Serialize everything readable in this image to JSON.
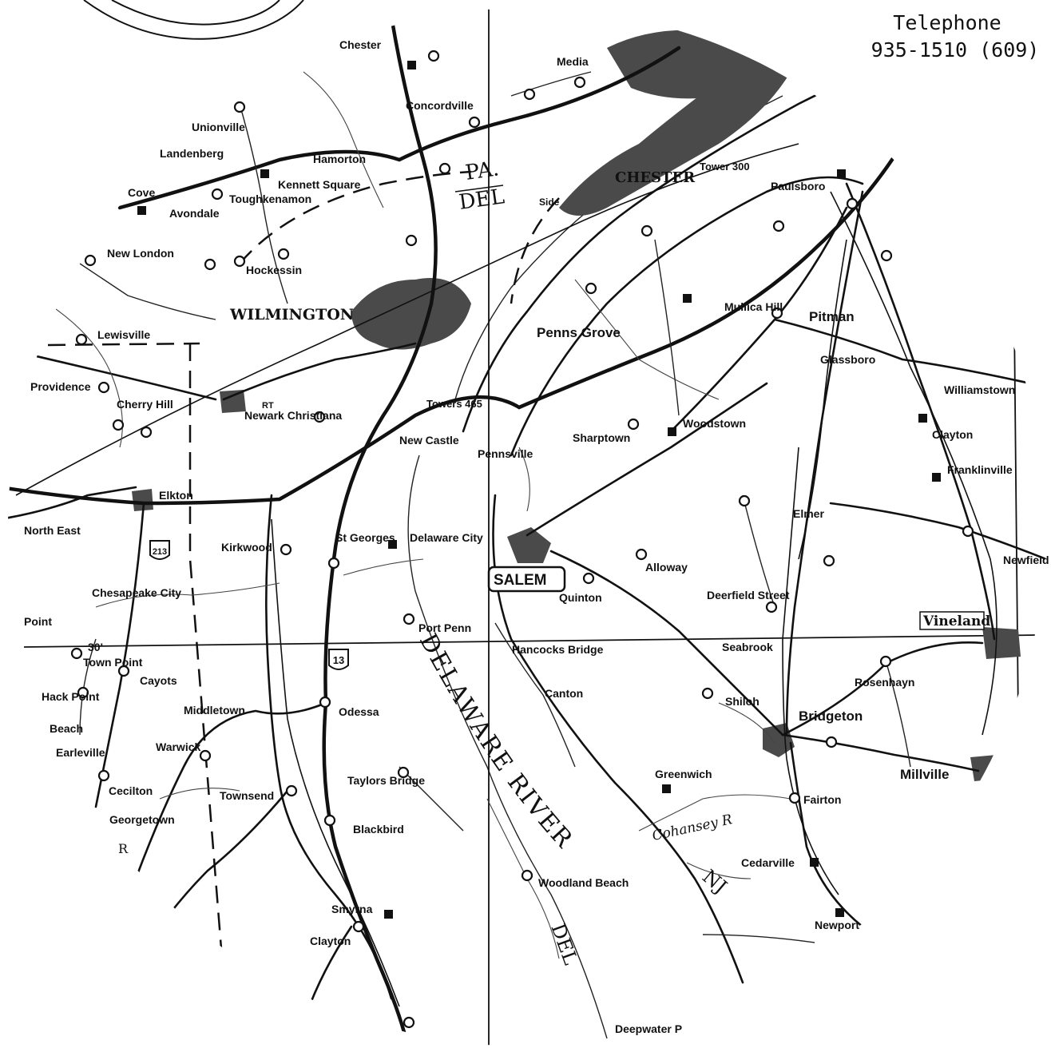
{
  "telephone": {
    "label": "Telephone",
    "number": "935-1510 (609)"
  },
  "map": {
    "places": [
      {
        "id": "chester-top",
        "name": "Chester"
      },
      {
        "id": "concordville",
        "name": "Concordville"
      },
      {
        "id": "media",
        "name": "Media"
      },
      {
        "id": "unionville",
        "name": "Unionville"
      },
      {
        "id": "landenberg",
        "name": "Landenberg"
      },
      {
        "id": "hamorton",
        "name": "Hamorton"
      },
      {
        "id": "kennett-square",
        "name": "Kennett Square"
      },
      {
        "id": "toughkenamon",
        "name": "Toughkenamon"
      },
      {
        "id": "avondale",
        "name": "Avondale"
      },
      {
        "id": "cove",
        "name": "Cove"
      },
      {
        "id": "new-london",
        "name": "New London"
      },
      {
        "id": "hockessin",
        "name": "Hockessin"
      },
      {
        "id": "wilmington",
        "name": "WILMINGTON"
      },
      {
        "id": "chester",
        "name": "CHESTER"
      },
      {
        "id": "paulsboro",
        "name": "Paulsboro"
      },
      {
        "id": "penns-grove",
        "name": "Penns Grove"
      },
      {
        "id": "mullica-hill",
        "name": "Mullica Hill"
      },
      {
        "id": "pitman",
        "name": "Pitman"
      },
      {
        "id": "glassboro",
        "name": "Glassboro"
      },
      {
        "id": "williamstown",
        "name": "Williamstown"
      },
      {
        "id": "lewisville",
        "name": "Lewisville"
      },
      {
        "id": "providence",
        "name": "Providence"
      },
      {
        "id": "cherry-hill",
        "name": "Cherry Hill"
      },
      {
        "id": "newark",
        "name": "Newark Christiana"
      },
      {
        "id": "new-castle",
        "name": "New Castle"
      },
      {
        "id": "pennsville",
        "name": "Pennsville"
      },
      {
        "id": "sharptown",
        "name": "Sharptown"
      },
      {
        "id": "woodstown",
        "name": "Woodstown"
      },
      {
        "id": "clayton-nj",
        "name": "Clayton"
      },
      {
        "id": "franklinville",
        "name": "Franklinville"
      },
      {
        "id": "elkton",
        "name": "Elkton"
      },
      {
        "id": "north-east",
        "name": "North East"
      },
      {
        "id": "kirkwood",
        "name": "Kirkwood"
      },
      {
        "id": "st-georges",
        "name": "St Georges"
      },
      {
        "id": "delaware-city",
        "name": "Delaware City"
      },
      {
        "id": "salem",
        "name": "SALEM"
      },
      {
        "id": "alloway",
        "name": "Alloway"
      },
      {
        "id": "elmer",
        "name": "Elmer"
      },
      {
        "id": "newfield",
        "name": "Newfield"
      },
      {
        "id": "quinton",
        "name": "Quinton"
      },
      {
        "id": "deerfield",
        "name": "Deerfield Street"
      },
      {
        "id": "chesapeake-city",
        "name": "Chesapeake City"
      },
      {
        "id": "port-penn",
        "name": "Port Penn"
      },
      {
        "id": "vineland",
        "name": "Vineland"
      },
      {
        "id": "seabrook",
        "name": "Seabrook"
      },
      {
        "id": "pond-point",
        "name": "Point"
      },
      {
        "id": "town-point",
        "name": "Town Point"
      },
      {
        "id": "hancocks-bridge",
        "name": "Hancocks Bridge"
      },
      {
        "id": "cayots",
        "name": "Cayots"
      },
      {
        "id": "rosenhayn",
        "name": "Rosenhayn"
      },
      {
        "id": "hack-point",
        "name": "Hack Point"
      },
      {
        "id": "canton",
        "name": "Canton"
      },
      {
        "id": "shiloh",
        "name": "Shiloh"
      },
      {
        "id": "middletown",
        "name": "Middletown"
      },
      {
        "id": "odessa",
        "name": "Odessa"
      },
      {
        "id": "bridgeton",
        "name": "Bridgeton"
      },
      {
        "id": "beach",
        "name": "Beach"
      },
      {
        "id": "warwick",
        "name": "Warwick"
      },
      {
        "id": "earleville",
        "name": "Earleville"
      },
      {
        "id": "millville",
        "name": "Millville"
      },
      {
        "id": "taylors-bridge",
        "name": "Taylors Bridge"
      },
      {
        "id": "greenwich",
        "name": "Greenwich"
      },
      {
        "id": "cecilton",
        "name": "Cecilton"
      },
      {
        "id": "townsend",
        "name": "Townsend"
      },
      {
        "id": "fairton",
        "name": "Fairton"
      },
      {
        "id": "georgetown",
        "name": "Georgetown"
      },
      {
        "id": "blackbird",
        "name": "Blackbird"
      },
      {
        "id": "cedarville",
        "name": "Cedarville"
      },
      {
        "id": "woodland-beach",
        "name": "Woodland Beach"
      },
      {
        "id": "smyrna",
        "name": "Smyrna"
      },
      {
        "id": "newport",
        "name": "Newport"
      },
      {
        "id": "clayton-de",
        "name": "Clayton"
      },
      {
        "id": "deepwater",
        "name": "Deepwater P"
      }
    ],
    "state_labels": {
      "pa": "PA.",
      "del": "DEL",
      "nj": "NJ",
      "del_south": "DEL"
    },
    "towers": {
      "t300": "Tower 300",
      "t465": "Towers 465"
    },
    "route_shields": {
      "r213": "213",
      "r13": "13"
    },
    "misc": {
      "rt": "RT",
      "latitude_mark": "30'",
      "side": "Side",
      "pennsgrove_hint": "Penns"
    },
    "water": {
      "delaware_river": "DELAWARE RIVER",
      "cohansey": "Cohansey R",
      "r_south": "R"
    }
  }
}
